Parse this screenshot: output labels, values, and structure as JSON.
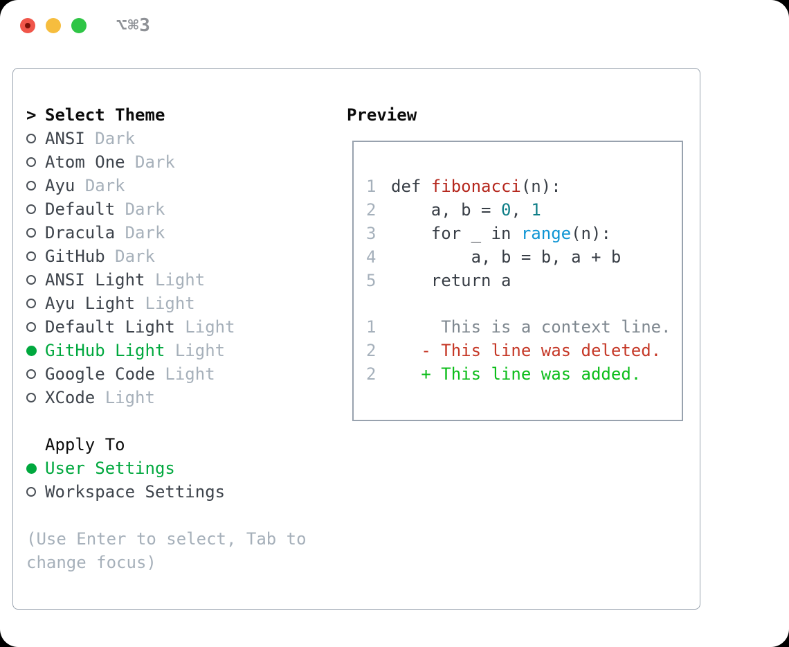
{
  "titlebar": {
    "shortcut": "⌥⌘3",
    "traffic_lights": [
      "close",
      "minimize",
      "zoom"
    ]
  },
  "theme_list": {
    "prompt": ">",
    "header": "Select Theme",
    "items": [
      {
        "name": "ANSI",
        "tag": "Dark",
        "selected": false
      },
      {
        "name": "Atom One",
        "tag": "Dark",
        "selected": false
      },
      {
        "name": "Ayu",
        "tag": "Dark",
        "selected": false
      },
      {
        "name": "Default",
        "tag": "Dark",
        "selected": false
      },
      {
        "name": "Dracula",
        "tag": "Dark",
        "selected": false
      },
      {
        "name": "GitHub",
        "tag": "Dark",
        "selected": false
      },
      {
        "name": "ANSI Light",
        "tag": "Light",
        "selected": false
      },
      {
        "name": "Ayu Light",
        "tag": "Light",
        "selected": false
      },
      {
        "name": "Default Light",
        "tag": "Light",
        "selected": false
      },
      {
        "name": "GitHub Light",
        "tag": "Light",
        "selected": true
      },
      {
        "name": "Google Code",
        "tag": "Light",
        "selected": false
      },
      {
        "name": "XCode",
        "tag": "Light",
        "selected": false
      }
    ]
  },
  "apply_to": {
    "header": "Apply To",
    "options": [
      {
        "label": "User Settings",
        "selected": true
      },
      {
        "label": "Workspace Settings",
        "selected": false
      }
    ]
  },
  "hint": "(Use Enter to select, Tab to change focus)",
  "preview": {
    "header": "Preview",
    "code_lines": [
      {
        "num": "1",
        "tokens": [
          {
            "t": "def ",
            "c": "d"
          },
          {
            "t": "fibonacci",
            "c": "red"
          },
          {
            "t": "(n):",
            "c": "d"
          }
        ]
      },
      {
        "num": "2",
        "tokens": [
          {
            "t": "    a, b = ",
            "c": "d"
          },
          {
            "t": "0",
            "c": "teal"
          },
          {
            "t": ", ",
            "c": "d"
          },
          {
            "t": "1",
            "c": "teal"
          }
        ]
      },
      {
        "num": "3",
        "tokens": [
          {
            "t": "    for _ in ",
            "c": "d"
          },
          {
            "t": "range",
            "c": "blue"
          },
          {
            "t": "(n):",
            "c": "d"
          }
        ]
      },
      {
        "num": "4",
        "tokens": [
          {
            "t": "        a, b = b, a + b",
            "c": "d"
          }
        ]
      },
      {
        "num": "5",
        "tokens": [
          {
            "t": "    return a",
            "c": "d"
          }
        ]
      }
    ],
    "diff_lines": [
      {
        "num": "1",
        "tokens": [
          {
            "t": "     This is a context line.",
            "c": "ctx"
          }
        ]
      },
      {
        "num": "2",
        "tokens": [
          {
            "t": "   - This line was deleted.",
            "c": "del"
          }
        ]
      },
      {
        "num": "2",
        "tokens": [
          {
            "t": "   + This line was added.",
            "c": "add"
          }
        ]
      }
    ]
  },
  "colors": {
    "accent_green": "#00a83e",
    "added_green": "#0cbd1a",
    "deleted_red": "#c53726",
    "function_red": "#b5271d",
    "number_teal": "#0e7e87",
    "builtin_blue": "#0e95d4",
    "context_gray": "#7f8890",
    "muted_gray": "#a6b0ba",
    "text_dark": "#383e46",
    "border_gray": "#98a2ae",
    "traffic_red": "#f0564a",
    "traffic_yellow": "#f6bd3e",
    "traffic_green": "#2fc546"
  }
}
